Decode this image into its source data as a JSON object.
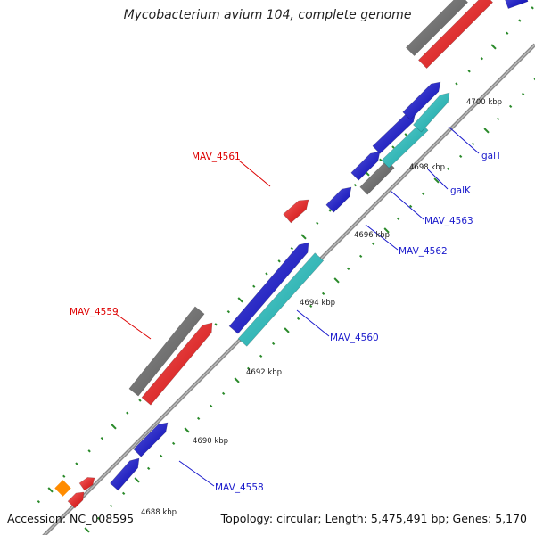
{
  "title": "Mycobacterium avium 104, complete genome",
  "footer": {
    "accession": "Accession: NC_008595",
    "summary": "Topology: circular; Length: 5,475,491 bp; Genes: 5,170"
  },
  "colors": {
    "background": "#ffffff",
    "backbone": "#8c8c8c",
    "tick": "#2a8a2a",
    "red": "#ff1a1a",
    "blue": "#1111dd",
    "cyan": "#22cccc",
    "gray": "#6e6e6e",
    "orange": "#ff8c00",
    "label_red": "#dd0000",
    "label_blue": "#1a1acc"
  },
  "ticks": [
    "4688 kbp",
    "4690 kbp",
    "4692 kbp",
    "4694 kbp",
    "4696 kbp",
    "4698 kbp",
    "4700 kbp"
  ],
  "gene_labels": [
    {
      "id": "MAV_4561",
      "color": "red"
    },
    {
      "id": "MAV_4559",
      "color": "red"
    },
    {
      "id": "galT",
      "color": "blue"
    },
    {
      "id": "galK",
      "color": "blue"
    },
    {
      "id": "MAV_4563",
      "color": "blue"
    },
    {
      "id": "MAV_4562",
      "color": "blue"
    },
    {
      "id": "MAV_4560",
      "color": "blue"
    },
    {
      "id": "MAV_4558",
      "color": "blue"
    }
  ]
}
